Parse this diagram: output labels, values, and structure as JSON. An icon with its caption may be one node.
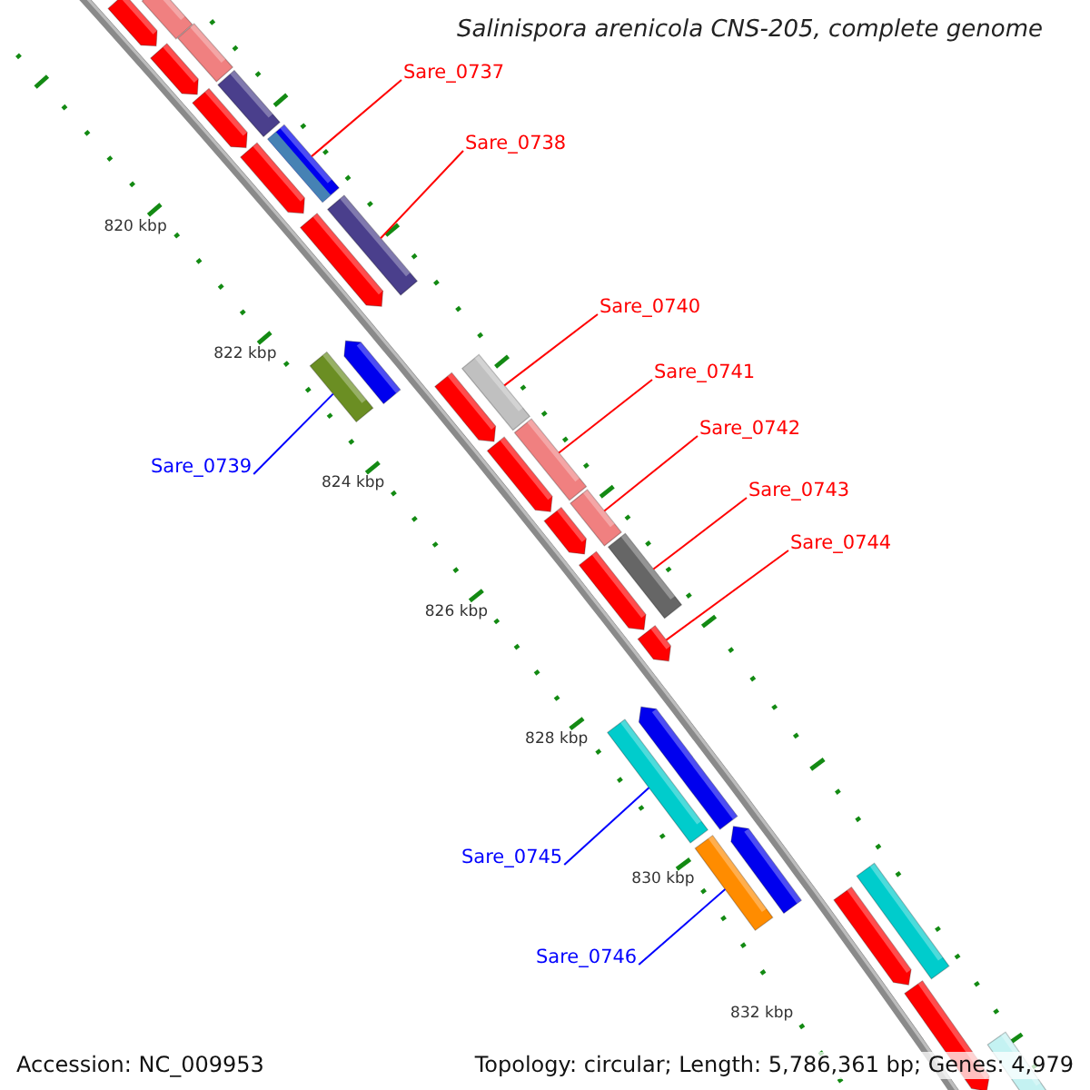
{
  "diagram": {
    "title": "Salinispora arenicola CNS-205, complete genome",
    "nodes": [
      {
        "text": [
          "Sare_0737"
        ]
      },
      {
        "text": [
          "Sare_0738"
        ]
      },
      {
        "text": [
          "Sare_0739"
        ]
      },
      {
        "text": [
          "Sare_0740"
        ]
      },
      {
        "text": [
          "Sare_0741"
        ]
      },
      {
        "text": [
          "Sare_0742"
        ]
      },
      {
        "text": [
          "Sare_0743"
        ]
      },
      {
        "text": [
          "Sare_0744"
        ]
      },
      {
        "text": [
          "Sare_0745"
        ]
      },
      {
        "text": [
          "Sare_0746"
        ]
      },
      {
        "text": [],
        "shape": "bar"
      },
      {
        "text": [],
        "shape": "bar"
      },
      {
        "text": [],
        "shape": "bar"
      },
      {
        "text": [],
        "shape": "bar"
      },
      {
        "text": [],
        "shape": "bar"
      },
      {
        "text": [],
        "shape": "bar"
      },
      {
        "text": [],
        "shape": "bar"
      },
      {
        "text": [],
        "shape": "bar"
      },
      {
        "text": [],
        "shape": "bar"
      },
      {
        "text": [],
        "shape": "bar"
      },
      {
        "text": [],
        "shape": "bar"
      },
      {
        "text": [],
        "shape": "bar"
      },
      {
        "text": [],
        "shape": "bar"
      },
      {
        "text": [],
        "shape": "bar"
      },
      {
        "text": [],
        "shape": "bar"
      },
      {
        "text": [],
        "shape": "bar"
      },
      {
        "text": [],
        "shape": "bar"
      },
      {
        "text": [],
        "shape": "bar"
      },
      {
        "text": [],
        "shape": "bar"
      },
      {
        "text": [],
        "shape": "bar"
      },
      {
        "text": [],
        "shape": "bar"
      },
      {
        "text": [],
        "shape": "bar"
      },
      {
        "text": [],
        "shape": "bar"
      },
      {
        "text": [],
        "shape": "bar"
      },
      {
        "text": [],
        "shape": "bar"
      },
      {
        "text": [],
        "shape": "bar"
      },
      {
        "text": [],
        "shape": "bar"
      },
      {
        "text": [],
        "shape": "bar"
      },
      {
        "text": [],
        "shape": "bar"
      }
    ],
    "edges": [
      {
        "from": 0,
        "to": 16,
        "arrow": "none"
      },
      {
        "from": 1,
        "to": 18,
        "arrow": "none"
      },
      {
        "from": 2,
        "to": 21,
        "arrow": "none",
        "color": "#0000ff"
      },
      {
        "from": 3,
        "to": 22,
        "arrow": "none"
      },
      {
        "from": 4,
        "to": 24,
        "arrow": "none"
      },
      {
        "from": 5,
        "to": 26,
        "arrow": "none"
      },
      {
        "from": 6,
        "to": 28,
        "arrow": "none"
      },
      {
        "from": 7,
        "to": 30,
        "arrow": "none"
      },
      {
        "from": 8,
        "to": 32,
        "arrow": "none",
        "color": "#0000ff"
      },
      {
        "from": 9,
        "to": 34,
        "arrow": "none",
        "color": "#0000ff"
      }
    ],
    "labels": [
      "820 kbp",
      "822 kbp",
      "824 kbp",
      "826 kbp",
      "828 kbp",
      "830 kbp",
      "832 kbp",
      "Accession: NC_009953",
      "Topology: circular; Length: 5,786,361 bp; Genes: 4,979"
    ]
  }
}
